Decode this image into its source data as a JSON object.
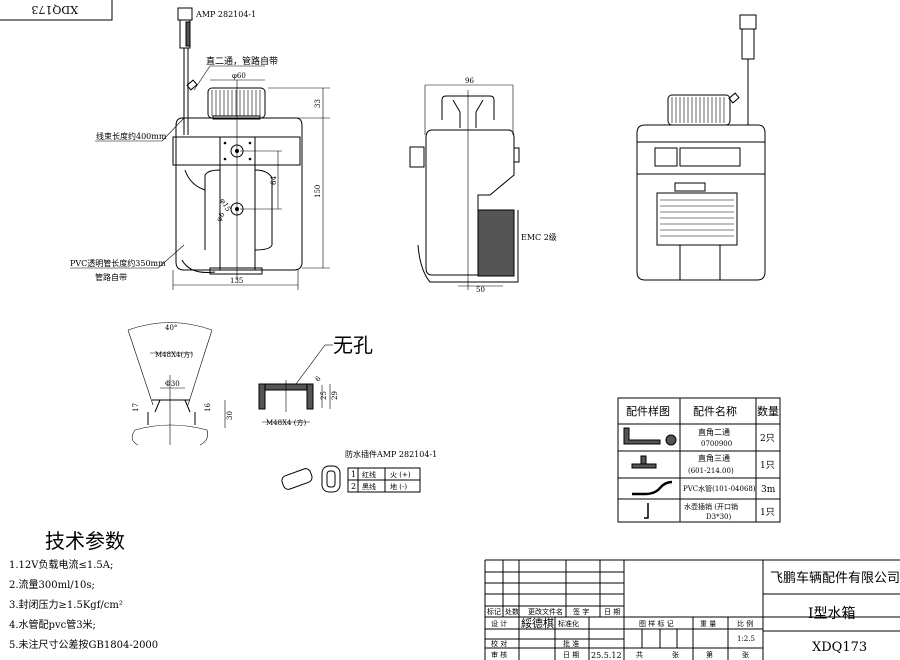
{
  "drawing_number_rotated": "XDQ173",
  "front_view": {
    "connector_label": "AMP 282104-1",
    "fitting_note": "直二通，管路自带",
    "harness_note": "线束长度约400mm",
    "pvc_note_line1": "PVC透明管长度约350mm",
    "pvc_note_line2": "管路自带",
    "dim_cap_dia": "φ60",
    "dim_cap_height": "33",
    "dim_height": "150",
    "dim_width": "135",
    "dim_hole_spacing": "64",
    "dim_hole1": "φ15",
    "dim_hole2": "φ6"
  },
  "section_view": {
    "dim_width": "96",
    "dim_bottom": "50",
    "motor_note": "EMC 2级"
  },
  "neck_detail": {
    "angle": "40°",
    "thread": "M48X4(方)",
    "dia": "Φ30",
    "dim_left": "17",
    "dim_mid": "16",
    "dim_total": "30"
  },
  "cap_detail": {
    "note": "无孔",
    "dim_wall": "6",
    "dim_inner": "25",
    "dim_outer": "29",
    "thread": "M48X4 (方)"
  },
  "plug": {
    "title": "防水插件AMP 282104-1",
    "pins": [
      {
        "no": "1",
        "wire": "红线",
        "function": "火 (+)"
      },
      {
        "no": "2",
        "wire": "黑线",
        "function": "地 (-)"
      }
    ]
  },
  "parts_table": {
    "headers": [
      "配件样图",
      "配件名称",
      "数量"
    ],
    "rows": [
      {
        "icon": "elbow-fitting",
        "name1": "直角二通",
        "name2": "0700900",
        "qty": "2只"
      },
      {
        "icon": "tee-fitting",
        "name1": "直角三通",
        "name2": "(601-214.00)",
        "qty": "1只"
      },
      {
        "icon": "pvc-hose",
        "name1": "PVC水管(101-04068)",
        "name2": "",
        "qty": "3m"
      },
      {
        "icon": "pin",
        "name1": "水壶插销 (开口销",
        "name2": "D3*30)",
        "qty": "1只"
      }
    ]
  },
  "tech_params": {
    "title": "技术参数",
    "items": [
      "1.12V负载电流≤1.5A;",
      "2.流量300ml/10s;",
      "3.封闭压力≥1.5Kgf/cm²",
      "4.水管配pvc管3米;",
      "5.未注尺寸公差按GB1804-2000"
    ]
  },
  "title_block": {
    "company": "飞鹏车辆配件有限公司",
    "part_name": "I型水箱",
    "drawing_no": "XDQ173",
    "rev_headers": [
      "标记",
      "处数",
      "更改文件名",
      "签  字",
      "日 期"
    ],
    "design_label": "设  计",
    "designer": "綏德棋",
    "standard_label": "标准化",
    "check_label": "校  对",
    "approve_label": "批  准",
    "review_label": "审  核",
    "date_label": "日  期",
    "date_value": "25.5.12",
    "stage_label": "图 样 标 记",
    "weight_label": "重  量",
    "scale_label": "比  例",
    "scale_value": "1:2.5",
    "total_label": "共",
    "sheets_label": "张",
    "page_label": "第",
    "page_sheets_label": "张"
  }
}
